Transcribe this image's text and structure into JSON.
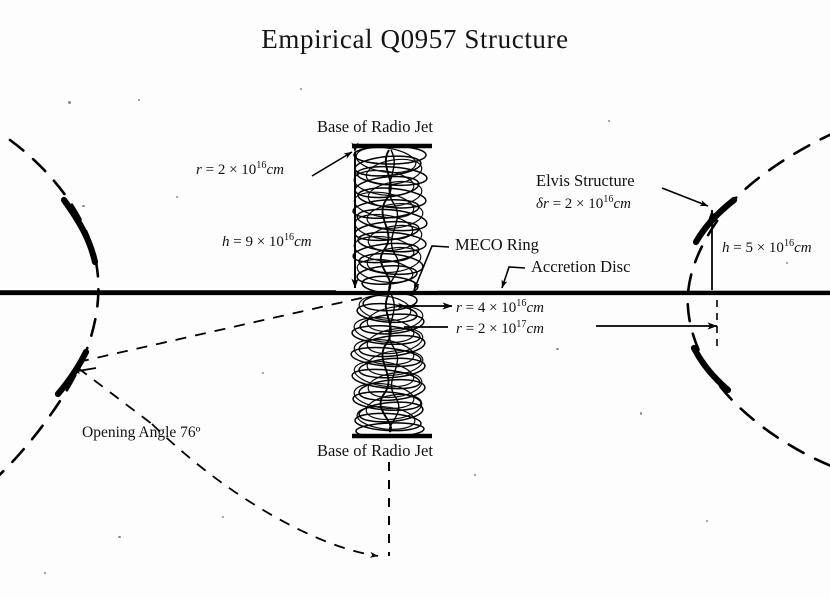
{
  "title": "Empirical Q0957 Structure",
  "labels": {
    "jet_top": "Base of Radio Jet",
    "jet_bottom": "Base of Radio Jet",
    "jet_radius": "r = 2 × 10^16 cm",
    "jet_radius_parts": {
      "sym": "r",
      "eq": " = ",
      "mant": "2",
      "times": " × 10",
      "exp": "16",
      "unit": "cm"
    },
    "jet_height": "h = 9 × 10^16 cm",
    "jet_height_parts": {
      "sym": "h",
      "eq": " = ",
      "mant": "9",
      "times": " × 10",
      "exp": "16",
      "unit": "cm"
    },
    "elvis_structure": "Elvis Structure",
    "elvis_dr": "δr = 2 × 10^16 cm",
    "elvis_dr_parts": {
      "sym": "δr",
      "eq": " = ",
      "mant": "2",
      "times": " × 10",
      "exp": "16",
      "unit": "cm"
    },
    "elvis_height": "h = 5 × 10^16 cm",
    "elvis_height_parts": {
      "sym": "h",
      "eq": " = ",
      "mant": "5",
      "times": " × 10",
      "exp": "16",
      "unit": "cm"
    },
    "meco_ring": "MECO Ring",
    "accretion_disc": "Accretion Disc",
    "meco_radius": "r = 4 × 10^16 cm",
    "meco_radius_parts": {
      "sym": "r",
      "eq": " = ",
      "mant": "4",
      "times": " × 10",
      "exp": "16",
      "unit": "cm"
    },
    "disc_radius": "r = 2 × 10^17 cm",
    "disc_radius_parts": {
      "sym": "r",
      "eq": " = ",
      "mant": "2",
      "times": " × 10",
      "exp": "17",
      "unit": "cm"
    },
    "opening_angle": "Opening Angle 76º"
  },
  "chart_data": {
    "type": "diagram",
    "title": "Empirical Q0957 Structure",
    "object": "Q0957",
    "annotations": [
      {
        "name": "Base of Radio Jet (upper)",
        "value": null,
        "unit": null
      },
      {
        "name": "Base of Radio Jet (lower)",
        "value": null,
        "unit": null
      },
      {
        "name": "jet radius r",
        "value": 2e+16,
        "unit": "cm",
        "text": "r = 2 × 10^16 cm"
      },
      {
        "name": "jet height h",
        "value": 9e+16,
        "unit": "cm",
        "text": "h = 9 × 10^16 cm"
      },
      {
        "name": "Elvis structure thickness δr",
        "value": 2e+16,
        "unit": "cm",
        "text": "δr = 2 × 10^16 cm"
      },
      {
        "name": "Elvis structure height h",
        "value": 5e+16,
        "unit": "cm",
        "text": "h = 5 × 10^16 cm"
      },
      {
        "name": "MECO Ring radius r",
        "value": 4e+16,
        "unit": "cm",
        "text": "r = 4 × 10^16 cm"
      },
      {
        "name": "Accretion Disc radius r",
        "value": 2e+17,
        "unit": "cm",
        "text": "r = 2 × 10^17 cm"
      },
      {
        "name": "Opening Angle",
        "value": 76,
        "unit": "degrees",
        "text": "Opening Angle 76º"
      }
    ],
    "components": [
      "radio jet (helical)",
      "accretion disc",
      "MECO ring",
      "Elvis structure (outflow cone)"
    ]
  },
  "style": {
    "ink": "#000000",
    "paper": "#fdfdfd"
  }
}
